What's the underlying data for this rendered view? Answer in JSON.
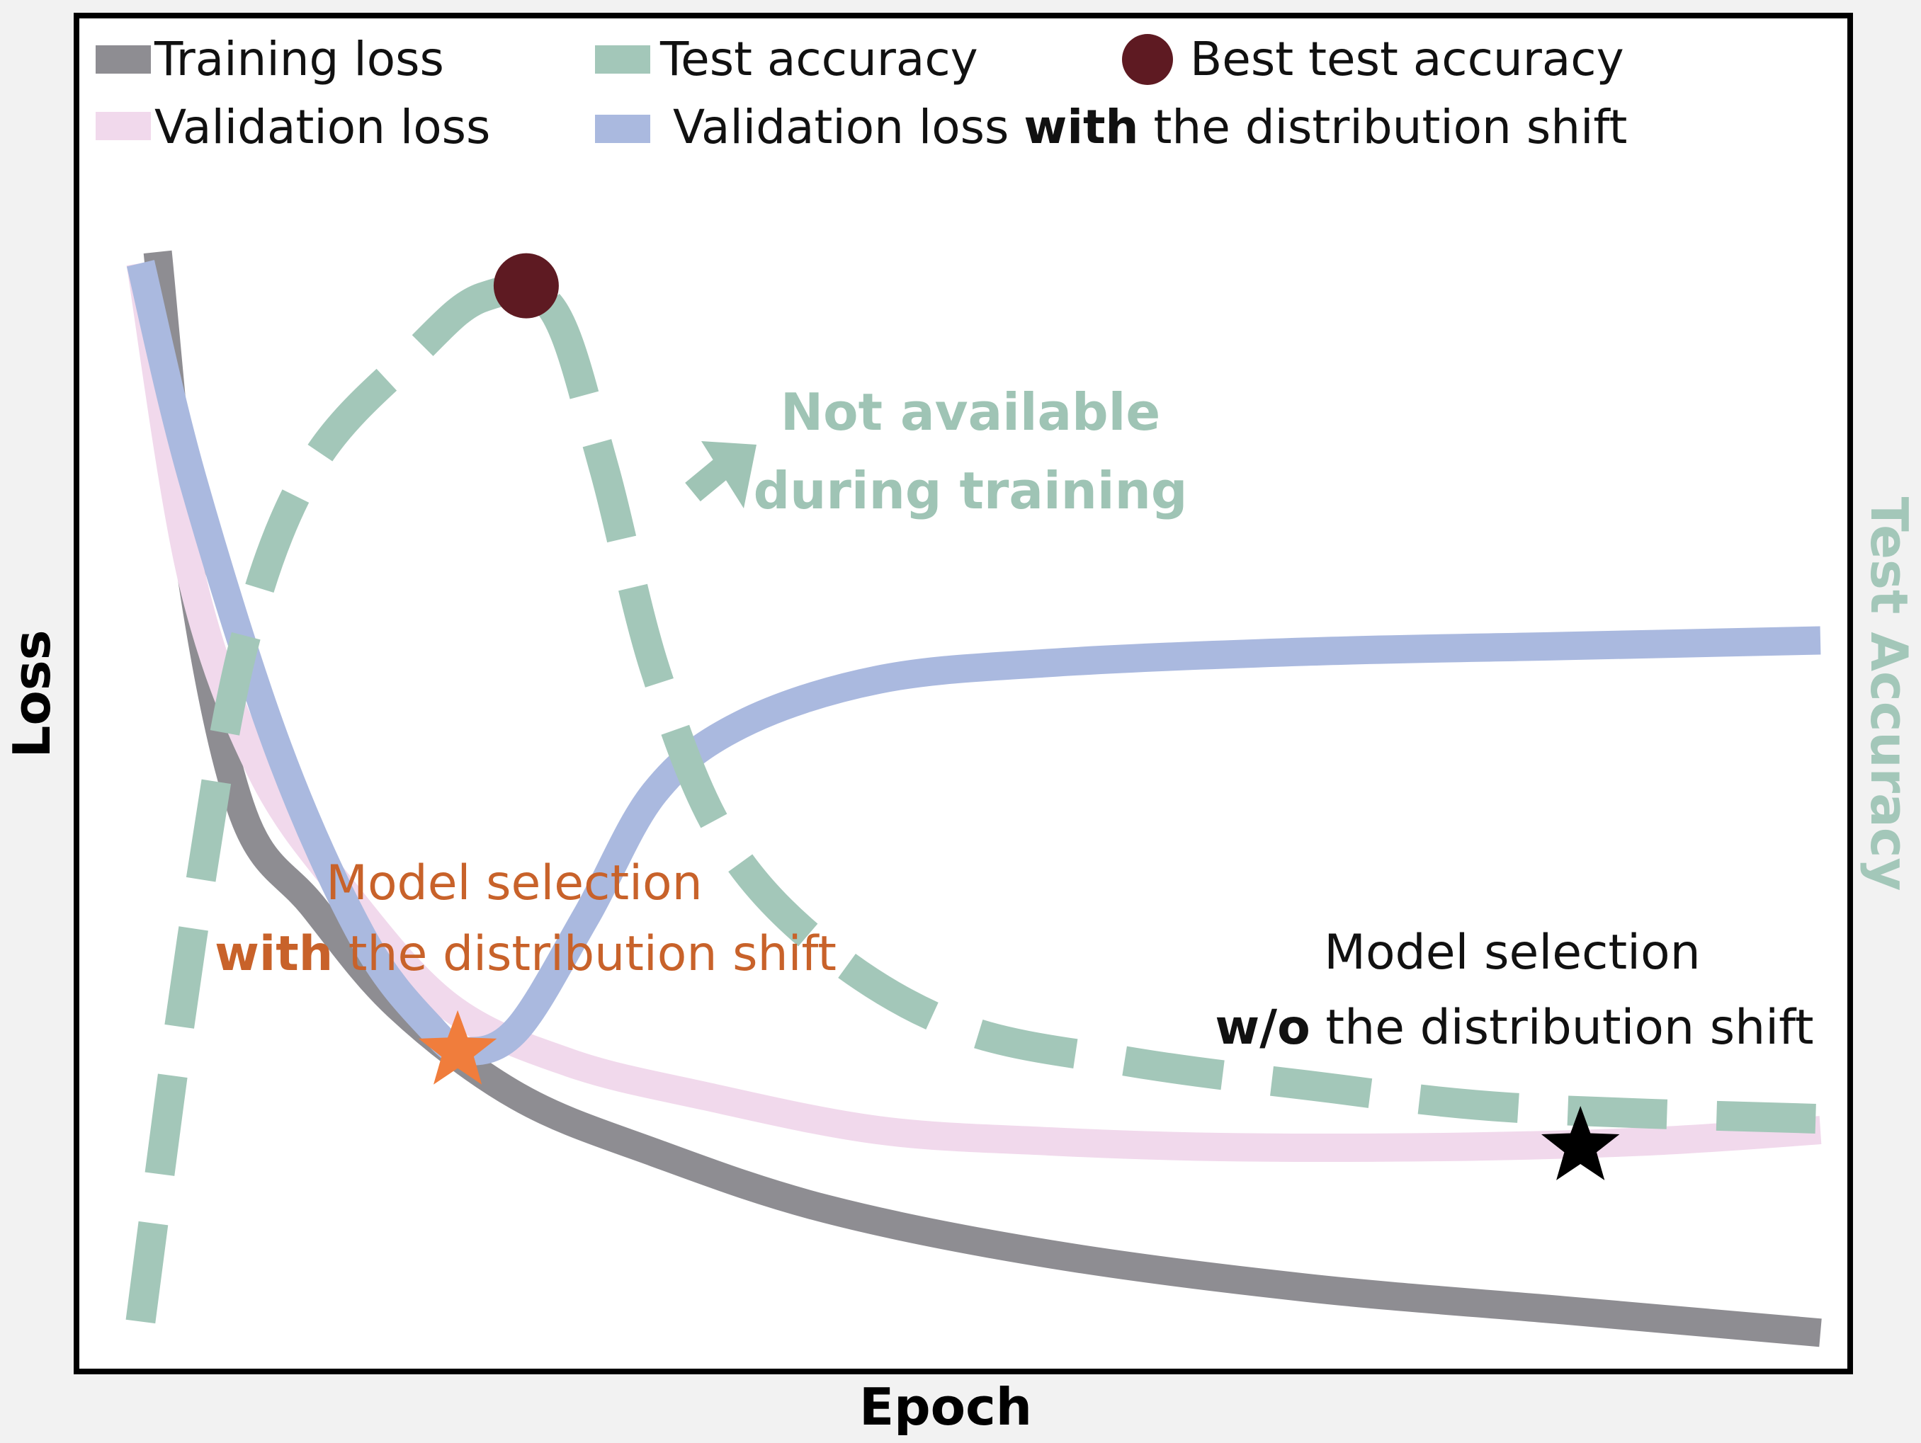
{
  "chart_data": {
    "type": "line",
    "xlabel": "Epoch",
    "ylabel": "Loss",
    "y2label": "Test Accuracy",
    "ticks": "none",
    "grid": false,
    "legend_position": "top",
    "legend": [
      {
        "label": "Training loss",
        "color": "#8e8d92",
        "marker": "swatch"
      },
      {
        "label": "Validation loss",
        "color": "#f1d9ec",
        "marker": "swatch"
      },
      {
        "label": "Test accuracy",
        "color": "#a3c7b9",
        "marker": "swatch"
      },
      {
        "label": "Best test accuracy",
        "color": "#5e1a22",
        "marker": "circle"
      },
      {
        "label_parts": [
          "Validation loss ",
          "with",
          " the distribution shift"
        ],
        "color": "#aab9df",
        "marker": "swatch"
      }
    ],
    "x_range": [
      0,
      100
    ],
    "y_range": [
      0,
      100
    ],
    "series": [
      {
        "name": "Training loss",
        "color": "#8e8d92",
        "style": "solid",
        "x": [
          3,
          5,
          8,
          12,
          17,
          24,
          32,
          42,
          55,
          70,
          85,
          100
        ],
        "y": [
          99,
          70,
          49,
          41,
          32,
          24,
          19,
          14,
          10,
          7,
          5,
          3
        ]
      },
      {
        "name": "Validation loss",
        "color": "#f1d9ec",
        "style": "solid",
        "x": [
          2,
          5,
          9,
          14,
          20,
          27,
          35,
          45,
          55,
          65,
          78,
          90,
          100
        ],
        "y": [
          98,
          70,
          53,
          42,
          32,
          27,
          24,
          21,
          20,
          19.5,
          19.5,
          20,
          21
        ]
      },
      {
        "name": "Validation loss with the distribution shift",
        "color": "#aab9df",
        "style": "solid",
        "x": [
          2,
          5,
          10,
          15,
          19,
          21,
          24,
          28,
          32,
          37,
          45,
          55,
          70,
          85,
          100
        ],
        "y": [
          98,
          79,
          55,
          38,
          30,
          28,
          30,
          40,
          51,
          57,
          61,
          62.5,
          63.5,
          64,
          64.5
        ]
      },
      {
        "name": "Test accuracy",
        "color": "#a3c7b9",
        "style": "dashed",
        "x": [
          2,
          5,
          8,
          12,
          18,
          22,
          26,
          29,
          32,
          36,
          42,
          50,
          60,
          70,
          82,
          100
        ],
        "y": [
          4,
          38,
          64,
          80,
          90,
          95,
          94,
          80,
          62,
          47,
          37,
          30,
          27,
          25,
          23,
          22
        ]
      }
    ],
    "points": [
      {
        "name": "Best test accuracy",
        "x": 24.5,
        "y": 96,
        "color": "#5e1a22",
        "shape": "circle"
      },
      {
        "name": "Model selection with the distribution shift",
        "x": 20.5,
        "y": 28,
        "color": "#f07d3c",
        "shape": "star"
      },
      {
        "name": "Model selection w/o the distribution shift",
        "x": 86,
        "y": 19.5,
        "color": "#000000",
        "shape": "star"
      }
    ],
    "annotations": [
      {
        "lines": [
          "Not available",
          "during training"
        ],
        "color": "#9fc4b5",
        "with_arrow": true
      },
      {
        "lines": [
          "Model selection",
          "with the distribution shift"
        ],
        "bold_word": "with",
        "color": "#c8622a"
      },
      {
        "lines": [
          "Model selection",
          "w/o the distribution shift"
        ],
        "bold_word": "w/o",
        "color": "#111111"
      }
    ]
  },
  "labels": {
    "legend_training": "Training loss",
    "legend_validation": "Validation loss",
    "legend_test": "Test accuracy",
    "legend_best": "Best test accuracy",
    "legend_shift_pre": "Validation loss ",
    "legend_shift_bold": "with",
    "legend_shift_post": " the distribution shift",
    "x_title": "Epoch",
    "y_title": "Loss",
    "y2_title": "Test Accuracy",
    "not_available_1": "Not available",
    "not_available_2": "during training",
    "ms_with_1": "Model selection",
    "ms_with_bold": "with",
    "ms_with_rest": " the distribution shift",
    "ms_wo_1": "Model selection",
    "ms_wo_bold": "w/o",
    "ms_wo_rest": " the distribution shift"
  }
}
